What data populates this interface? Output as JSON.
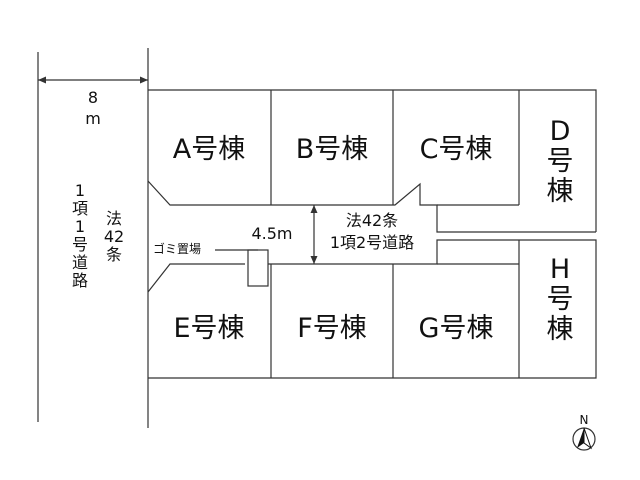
{
  "road_west": {
    "width": "8\nm",
    "label_col1": "1\n項\n1\n号\n道\n路",
    "label_col2": "法\n42\n条"
  },
  "road_inner": {
    "width": "4.5m",
    "label_line1": "法42条",
    "label_line2": "1項2号道路"
  },
  "garbage_area": {
    "label": "ゴミ置場"
  },
  "lots": {
    "A": "A号棟",
    "B": "B号棟",
    "C": "C号棟",
    "D": "D\n号\n棟",
    "E": "E号棟",
    "F": "F号棟",
    "G": "G号棟",
    "H": "H\n号\n棟"
  },
  "compass": {
    "label": "N",
    "icon": "north-arrow-icon"
  }
}
